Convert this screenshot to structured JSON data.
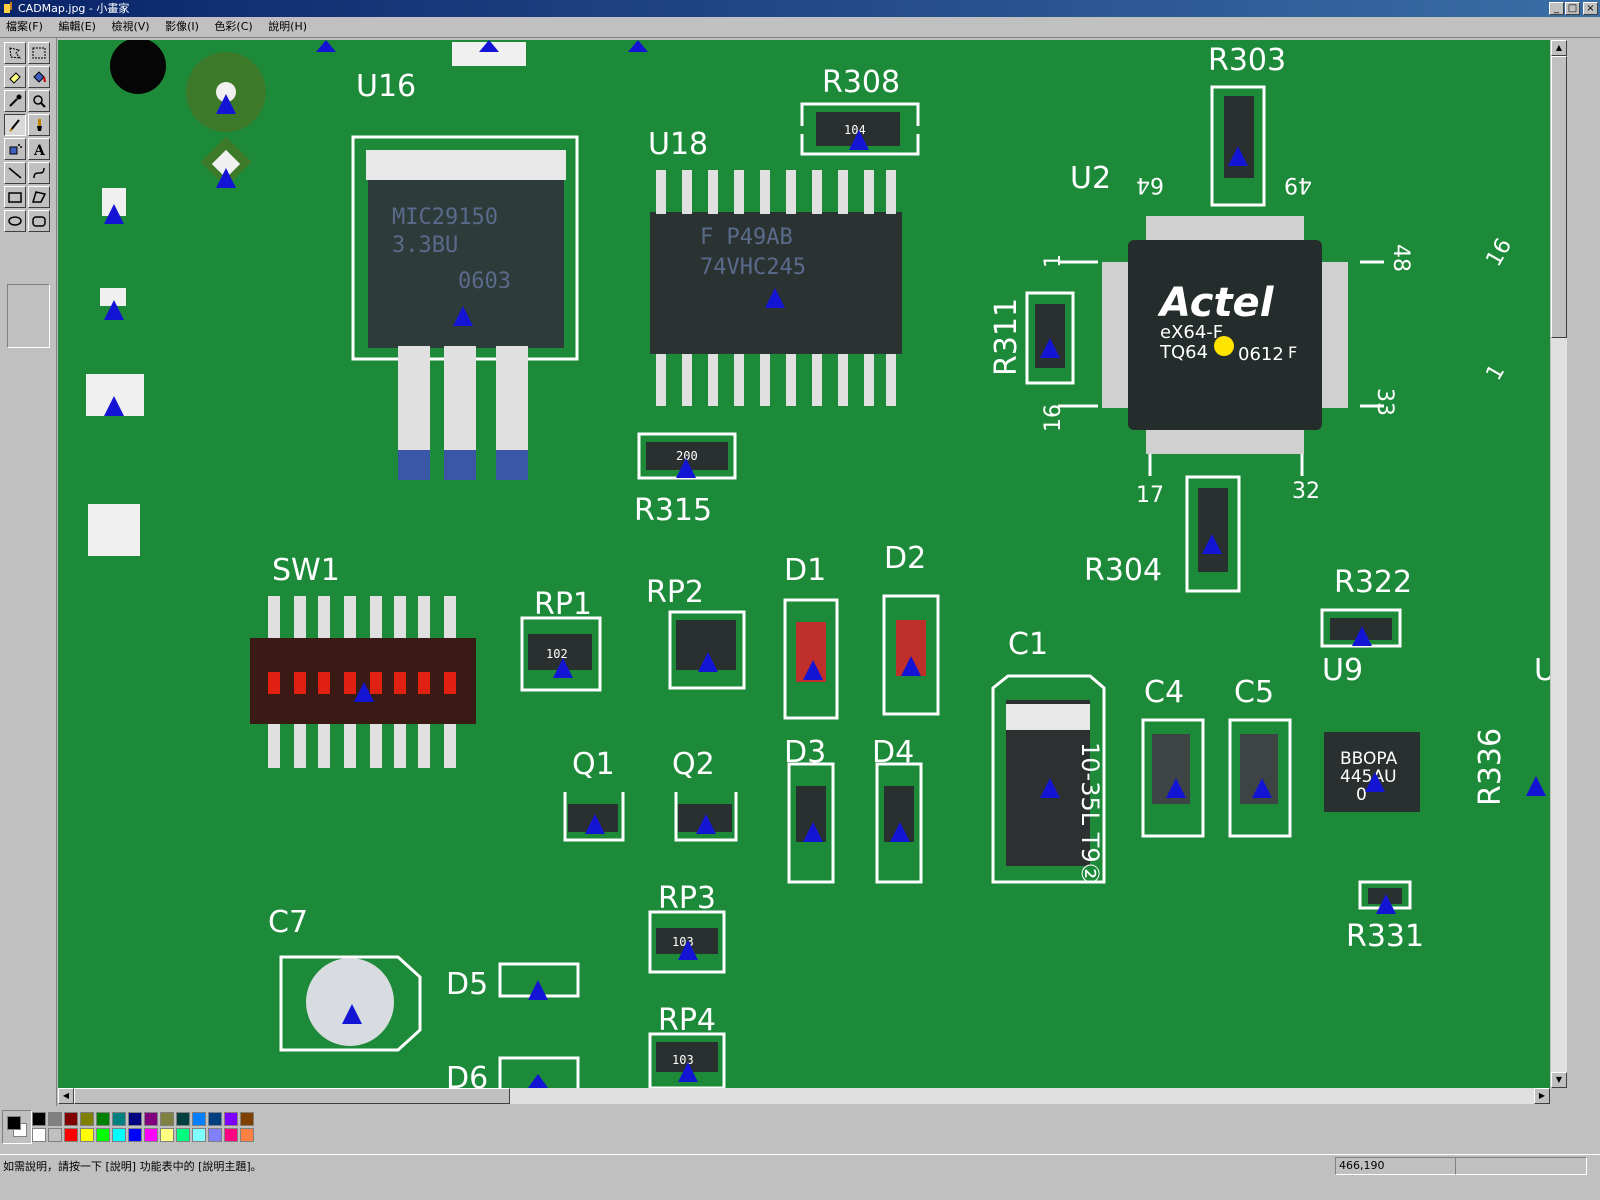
{
  "window": {
    "title": "CADMap.jpg - 小畫家",
    "buttons": {
      "minimize": "_",
      "maximize": "□",
      "close": "×"
    }
  },
  "menu": [
    "檔案(F)",
    "編輯(E)",
    "檢視(V)",
    "影像(I)",
    "色彩(C)",
    "說明(H)"
  ],
  "tools": [
    "free-select",
    "rect-select",
    "eraser",
    "fill",
    "color-picker",
    "magnifier",
    "pencil",
    "brush",
    "airbrush",
    "text",
    "line",
    "curve",
    "rectangle",
    "polygon",
    "ellipse",
    "rounded-rectangle"
  ],
  "active_tool": "pencil",
  "board": {
    "labels": [
      "U16",
      "R308",
      "U18",
      "R303",
      "U2",
      "R311",
      "R315",
      "R304",
      "SW1",
      "RP1",
      "RP2",
      "D1",
      "D2",
      "R322",
      "C1",
      "C4",
      "C5",
      "U9",
      "U",
      "R336",
      "Q1",
      "Q2",
      "D3",
      "D4",
      "RP3",
      "R331",
      "C7",
      "D5",
      "RP4",
      "D6"
    ],
    "chip_text": {
      "u16": [
        "MIC29150",
        "3.3BU",
        "0603"
      ],
      "u18": [
        "F P49AB",
        "74VHC245"
      ],
      "u2": [
        "Actel",
        "eX64-F",
        "TQ64",
        "0612",
        "F"
      ],
      "u9": [
        "BBOPA",
        "445AU",
        "0"
      ],
      "c1": "10-35L T9②"
    },
    "pin_numbers": [
      "64",
      "49",
      "1",
      "48",
      "16",
      "33",
      "17",
      "32",
      "16",
      "1"
    ],
    "resistor_codes": [
      "104",
      "200",
      "102",
      "103",
      "103"
    ],
    "colors": {
      "board": "#1d8a3a",
      "silkscreen": "#ffffff",
      "marker": "#1414d4",
      "cursor_dot": "#ffe400"
    }
  },
  "palette": {
    "foreground": "#000000",
    "background": "#ffffff",
    "colors": [
      "#000000",
      "#808080",
      "#800000",
      "#808000",
      "#008000",
      "#008080",
      "#000080",
      "#800080",
      "#808040",
      "#004040",
      "#0080ff",
      "#004080",
      "#8000ff",
      "#804000",
      "#ffffff",
      "#c0c0c0",
      "#ff0000",
      "#ffff00",
      "#00ff00",
      "#00ffff",
      "#0000ff",
      "#ff00ff",
      "#ffff80",
      "#00ff80",
      "#80ffff",
      "#8080ff",
      "#ff0080",
      "#ff8040"
    ]
  },
  "status": {
    "message": "如需說明，請按一下 [說明] 功能表中的 [說明主題]。",
    "coordinates": "466,190"
  }
}
